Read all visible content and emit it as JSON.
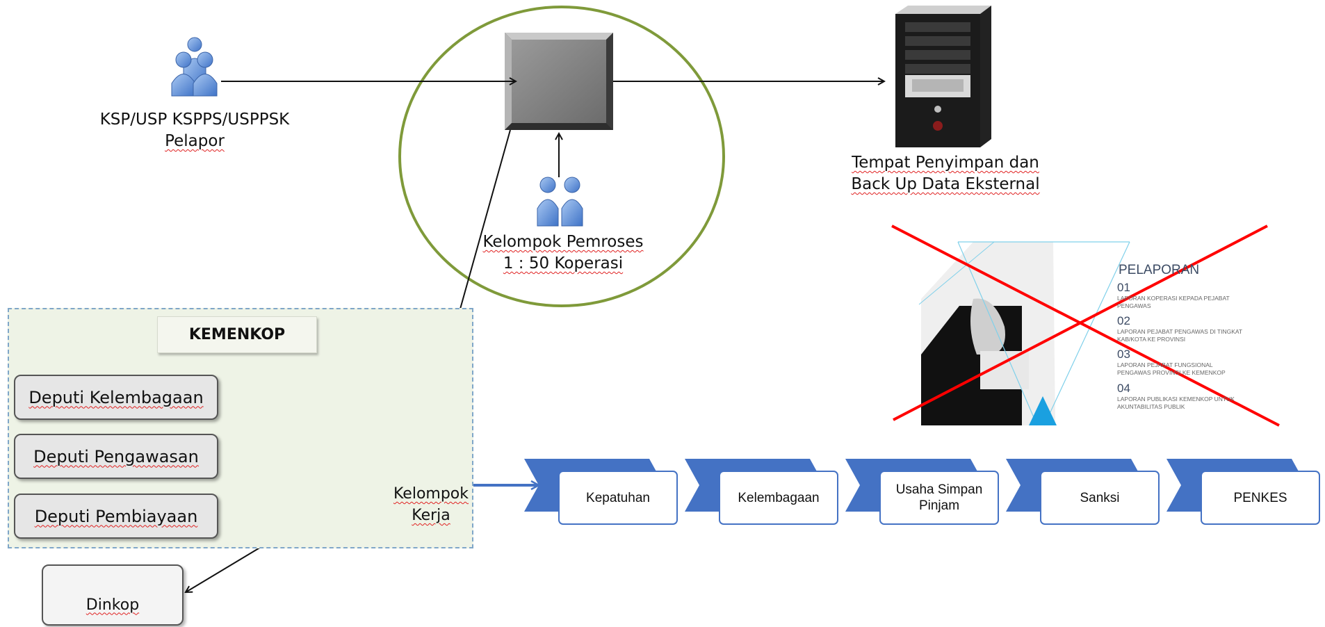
{
  "nodes": {
    "pelapor_line1": "KSP/USP KSPPS/USPPSK",
    "pelapor_line2": "Pelapor",
    "pemroses_line1": "Kelompok Pemroses",
    "pemroses_line2": "1 : 50 Koperasi",
    "storage_line1": "Tempat Penyimpan dan",
    "storage_line2": "Back Up Data Eksternal",
    "kemenkop_title": "KEMENKOP",
    "deputi": [
      "Deputi Kelembagaan",
      "Deputi Pengawasan",
      "Deputi Pembiayaan"
    ],
    "dinkop": "Dinkop",
    "kerja_line1": "Kelompok",
    "kerja_line2": "Kerja"
  },
  "process_steps": [
    "Kepatuhan",
    "Kelembagaan",
    "Usaha Simpan Pinjam",
    "Sanksi",
    "PENKES"
  ],
  "crossed_slide": {
    "title": "PELAPORAN",
    "items": [
      {
        "num": "01",
        "text": "LAPORAN KOPERASI KEPADA PEJABAT PENGAWAS"
      },
      {
        "num": "02",
        "text": "LAPORAN PEJABAT PENGAWAS DI TINGKAT KAB/KOTA KE PROVINSI"
      },
      {
        "num": "03",
        "text": "LAPORAN PEJABAT FUNGSIONAL PENGAWAS PROVINSI KE KEMENKOP"
      },
      {
        "num": "04",
        "text": "LAPORAN PUBLIKASI KEMENKOP UNTUK AKUNTABILITAS PUBLIK"
      }
    ]
  },
  "colors": {
    "chevron_blue": "#4472c4",
    "circle_green": "#7f9a3a",
    "cross_red": "#ff0000",
    "people_blue": "#5b8fd9"
  }
}
